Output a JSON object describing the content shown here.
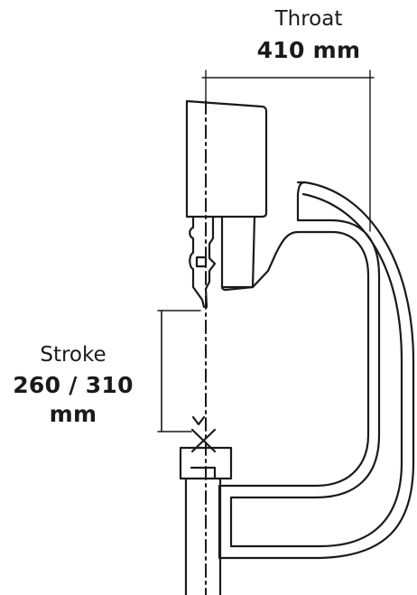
{
  "throat": {
    "label": "Throat",
    "value": "410 mm"
  },
  "stroke": {
    "label": "Stroke",
    "value_line1": "260 / 310",
    "value_line2": "mm"
  },
  "colors": {
    "ink": "#1a1a1a",
    "background": "#ffffff"
  }
}
